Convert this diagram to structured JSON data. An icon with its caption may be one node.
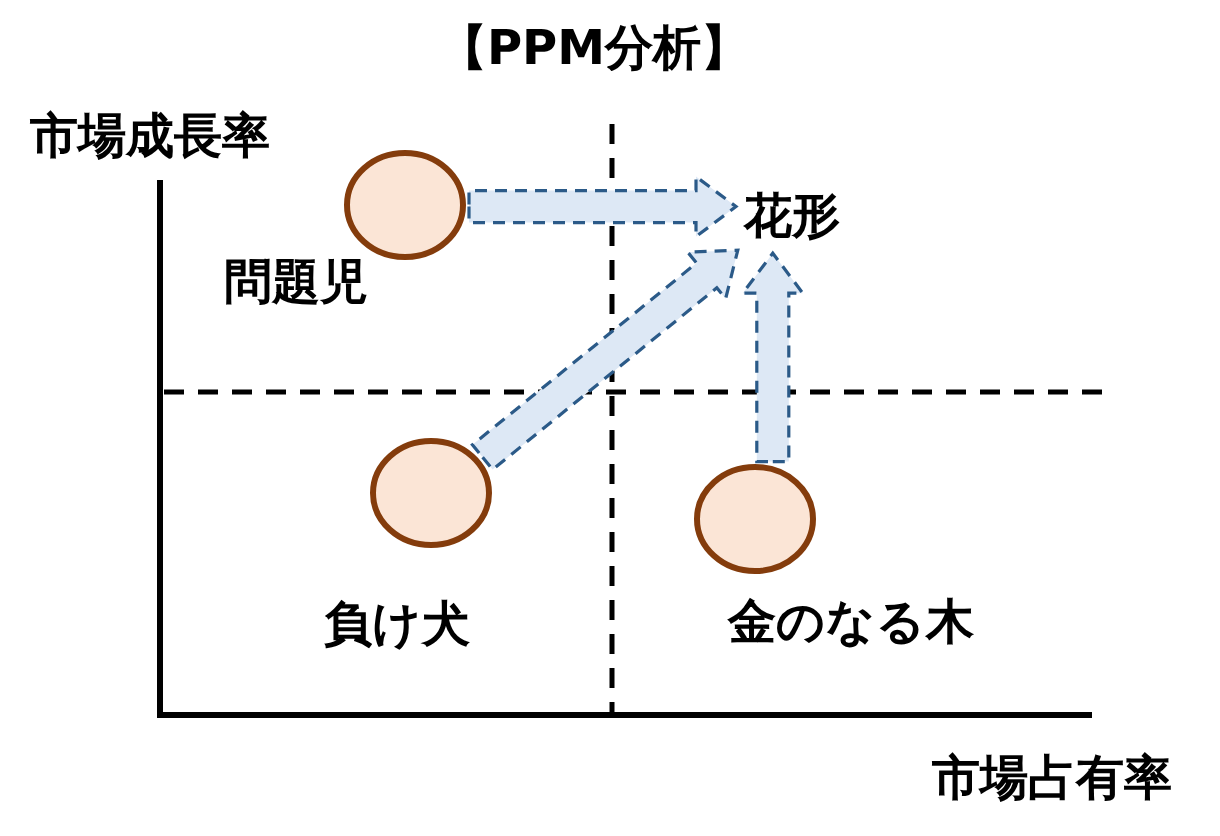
{
  "diagram": {
    "title": "【PPM分析】",
    "nodes": [
      {
        "text": [],
        "shape": "circle",
        "beside": [
          "問題児"
        ]
      },
      {
        "text": [
          "花形"
        ]
      },
      {
        "text": [],
        "shape": "circle",
        "beside": [
          "負け犬"
        ]
      },
      {
        "text": [],
        "shape": "circle",
        "beside": [
          "金のなる木"
        ]
      }
    ],
    "edges": [
      {
        "from": 0,
        "to": 1,
        "arrow": "to",
        "style": "dashed"
      },
      {
        "from": 2,
        "to": 1,
        "arrow": "to",
        "style": "dashed"
      },
      {
        "from": 3,
        "to": 1,
        "arrow": "to",
        "style": "dashed"
      }
    ],
    "labels": [
      "市場成長率",
      "市場占有率"
    ]
  }
}
